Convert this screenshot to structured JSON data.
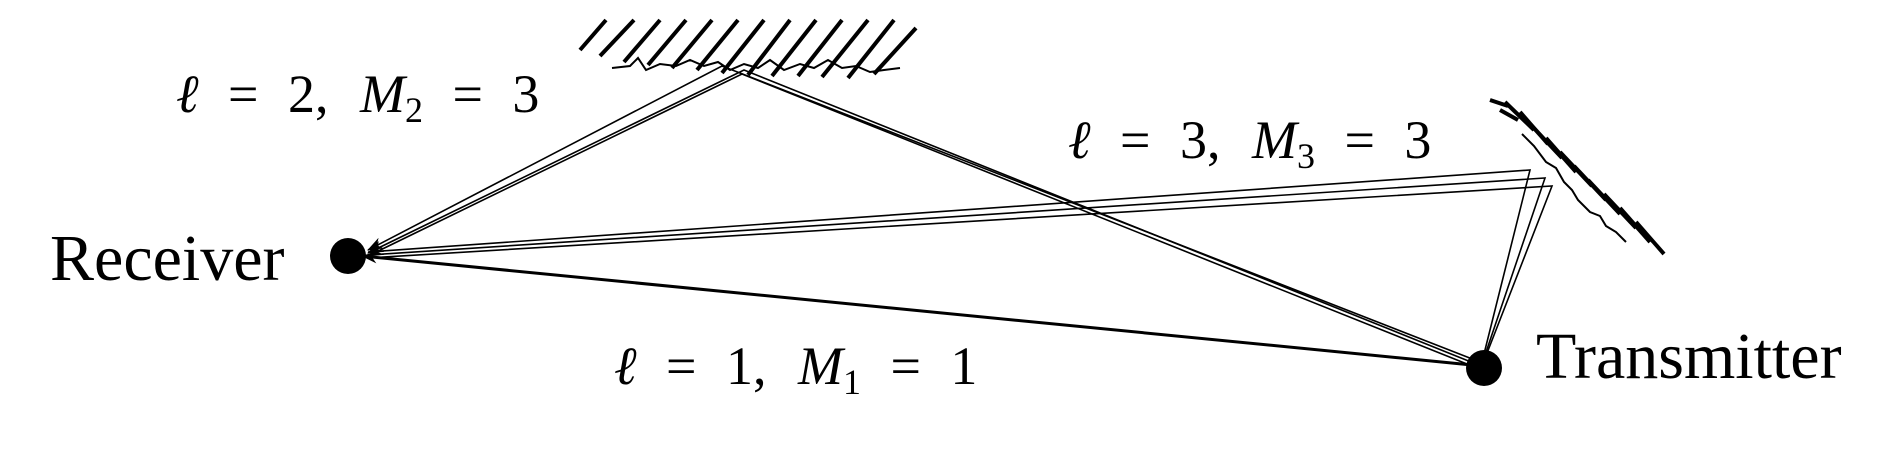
{
  "nodes": {
    "receiver": {
      "label": "Receiver"
    },
    "transmitter": {
      "label": "Transmitter"
    }
  },
  "paths": [
    {
      "l": "1",
      "m_sub": "1",
      "m_val": "1",
      "reflections": 0
    },
    {
      "l": "2",
      "m_sub": "2",
      "m_val": "3",
      "reflections": 1
    },
    {
      "l": "3",
      "m_sub": "3",
      "m_val": "3",
      "reflections": 1
    }
  ],
  "symbols": {
    "ell": "ℓ",
    "eq": "=",
    "comma": ",",
    "M": "M"
  },
  "colors": {
    "ink": "#000000",
    "background": "#ffffff"
  }
}
